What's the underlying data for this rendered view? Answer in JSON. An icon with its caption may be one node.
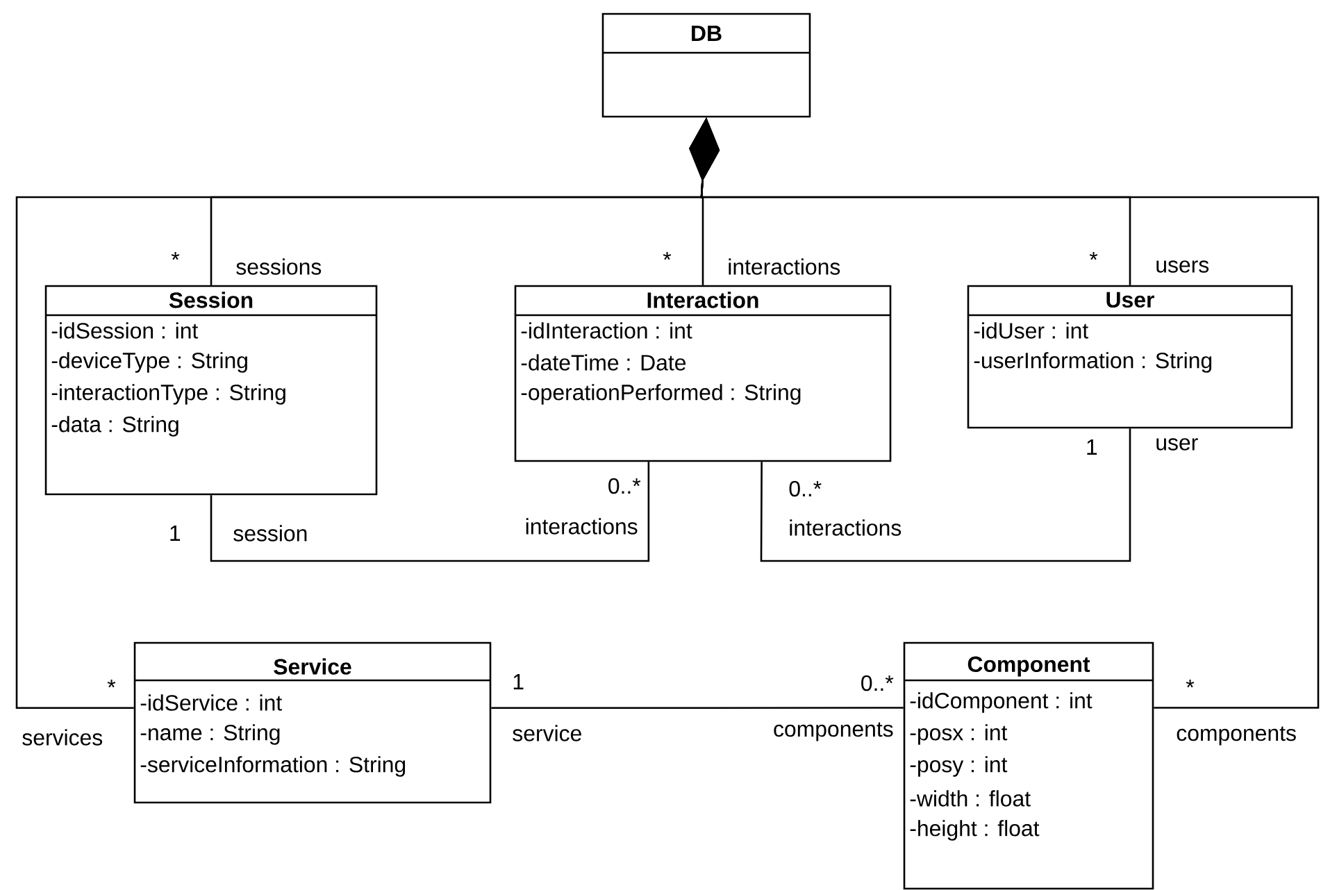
{
  "diagram": {
    "nodes": [
      {
        "text": [
          "DB"
        ]
      },
      {
        "text": [
          "Session",
          "-idSession : int",
          "-deviceType : String",
          "-interactionType : String",
          "-data : String"
        ]
      },
      {
        "text": [
          "Interaction",
          "-idInteraction : int",
          "-dateTime : Date",
          "-operationPerformed : String"
        ]
      },
      {
        "text": [
          "User",
          "-idUser : int",
          "-userInformation : String"
        ]
      },
      {
        "text": [
          "Service",
          "-idService : int",
          "-name : String",
          "-serviceInformation : String"
        ]
      },
      {
        "text": [
          "Component",
          "-idComponent : int",
          "-posx : int",
          "-posy : int",
          "-width : float",
          "-height : float"
        ]
      }
    ],
    "edges": [
      {
        "from": 0,
        "to": 1,
        "arrow": "other"
      },
      {
        "from": 0,
        "to": 2,
        "arrow": "other"
      },
      {
        "from": 0,
        "to": 3,
        "arrow": "other"
      },
      {
        "from": 0,
        "to": 4,
        "arrow": "other"
      },
      {
        "from": 0,
        "to": 5,
        "arrow": "other"
      },
      {
        "from": 1,
        "to": 2,
        "arrow": "none"
      },
      {
        "from": 2,
        "to": 3,
        "arrow": "none"
      },
      {
        "from": 4,
        "to": 5,
        "arrow": "none"
      }
    ],
    "labels": [
      "*",
      "sessions",
      "*",
      "interactions",
      "*",
      "users",
      "1",
      "user",
      "0..*",
      "0..*",
      "1",
      "session",
      "interactions",
      "interactions",
      "*",
      "1",
      "0..*",
      "*",
      "services",
      "service",
      "components",
      "components"
    ]
  }
}
